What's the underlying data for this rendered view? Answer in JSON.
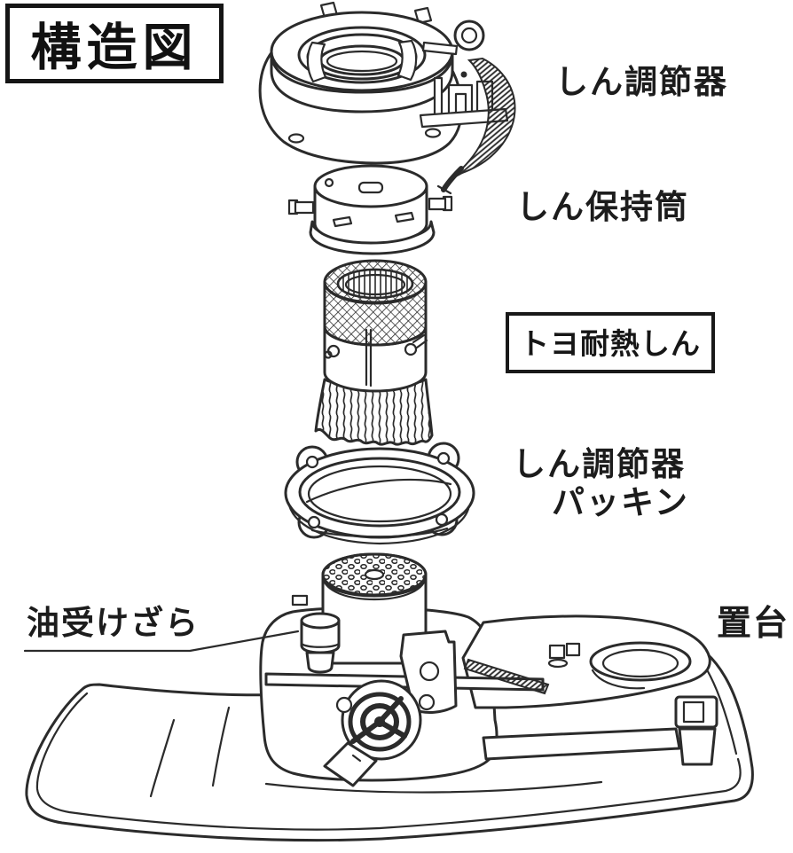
{
  "page": {
    "background": "#ffffff",
    "ink": "#2b2b2b",
    "text_color": "#1c1c1c"
  },
  "title_box": {
    "label": "構造図"
  },
  "callouts": {
    "wick_adjuster": "しん調節器",
    "wick_holder": "しん保持筒",
    "heat_resistant_wick": "トヨ耐熱しん",
    "packing_line1": "しん調節器",
    "packing_line2": "パッキン",
    "oil_tray": "油受けざら",
    "stand": "置台"
  }
}
